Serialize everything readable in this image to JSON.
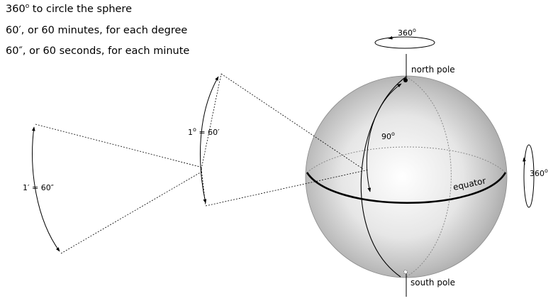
{
  "intro": {
    "line1_value": "360",
    "line1_sup": "o",
    "line1_rest": " to circle the sphere",
    "line2": "60′, or 60 minutes, for each degree",
    "line3": "60″, or 60 seconds, for each minute"
  },
  "labels": {
    "top_rotation_value": "360",
    "top_rotation_sup": "o",
    "side_rotation_value": "360",
    "side_rotation_sup": "o",
    "north_pole": "north pole",
    "south_pole": "south pole",
    "equator": "equator",
    "quarter_value": "90",
    "quarter_sup": "o",
    "degree_lhs": "1",
    "degree_sup": "o",
    "degree_rhs": " = 60′",
    "minute_eq": "1′ = 60″"
  }
}
